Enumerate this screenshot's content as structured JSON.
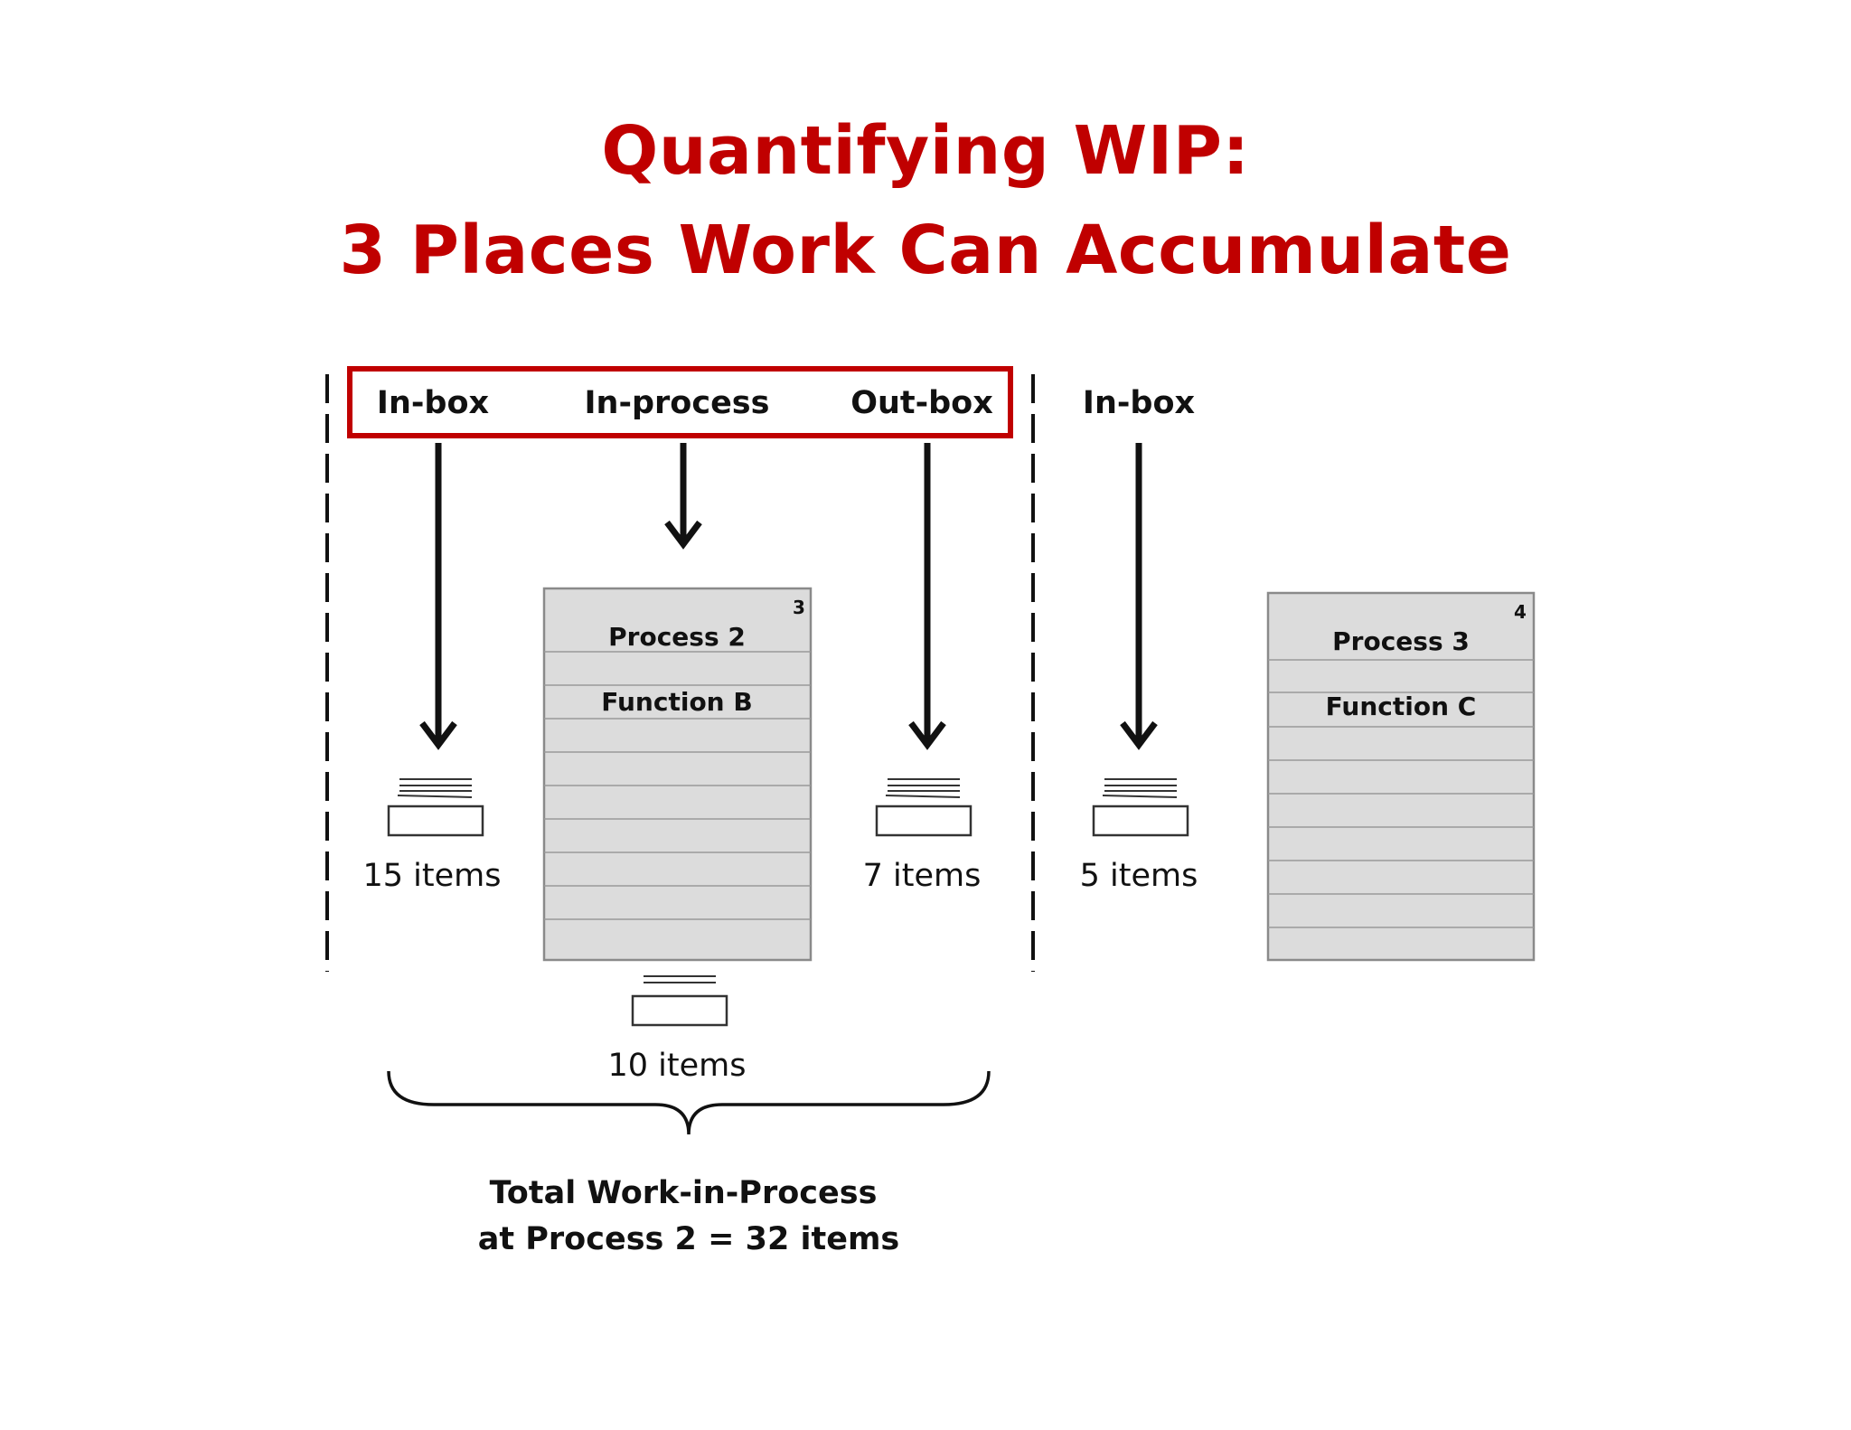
{
  "title": {
    "line1": "Quantifying WIP:",
    "line2": "3 Places Work Can Accumulate"
  },
  "colors": {
    "title": "#c00000",
    "highlight_box": "#c00000",
    "process_fill": "#dcdcdc",
    "ink": "#111111"
  },
  "highlight_labels": {
    "inbox": "In-box",
    "inprocess": "In-process",
    "outbox": "Out-box"
  },
  "next_inbox_label": "In-box",
  "counts": {
    "inbox": "15 items",
    "outbox": "7 items",
    "inprocess": "10 items",
    "next_inbox": "5 items"
  },
  "process2": {
    "number": "3",
    "name": "Process 2",
    "function": "Function B"
  },
  "process3": {
    "number": "4",
    "name": "Process 3",
    "function": "Function C"
  },
  "total": {
    "line1": "Total Work-in-Process",
    "line2": "at Process 2 = 32 items"
  }
}
